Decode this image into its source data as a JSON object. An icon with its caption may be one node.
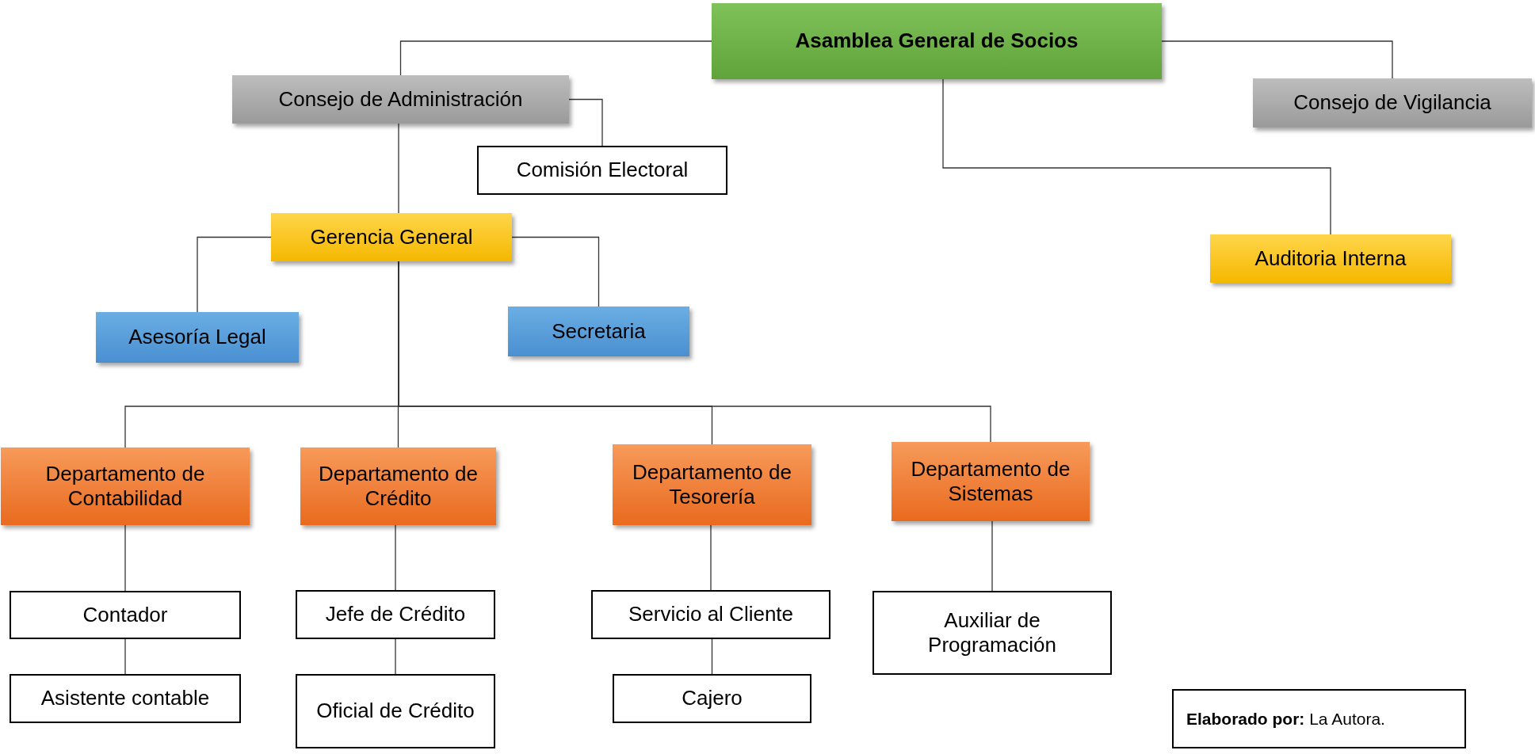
{
  "diagram": {
    "nodes": [
      {
        "text": [
          "Asamblea General de Socios"
        ]
      },
      {
        "text": [
          "Consejo de Administración"
        ]
      },
      {
        "text": [
          "Consejo de Vigilancia"
        ]
      },
      {
        "text": [
          "Comisión Electoral"
        ]
      },
      {
        "text": [
          "Gerencia General"
        ]
      },
      {
        "text": [
          "Auditoria Interna"
        ]
      },
      {
        "text": [
          "Asesoría Legal"
        ]
      },
      {
        "text": [
          "Secretaria"
        ]
      },
      {
        "text": [
          "Departamento de Contabilidad"
        ]
      },
      {
        "text": [
          "Departamento de Crédito"
        ]
      },
      {
        "text": [
          "Departamento de Tesorería"
        ]
      },
      {
        "text": [
          "Departamento de Sistemas"
        ]
      },
      {
        "text": [
          "Contador"
        ]
      },
      {
        "text": [
          "Jefe de Crédito"
        ]
      },
      {
        "text": [
          "Servicio al Cliente"
        ]
      },
      {
        "text": [
          "Auxiliar de Programación"
        ]
      },
      {
        "text": [
          "Asistente contable"
        ]
      },
      {
        "text": [
          "Oficial de Crédito"
        ]
      },
      {
        "text": [
          "Cajero"
        ]
      },
      {
        "text": [
          "**Elaborado por:** La Autora."
        ]
      }
    ],
    "edges": [
      {
        "from": 0,
        "to": 1,
        "arrow": "none"
      },
      {
        "from": 0,
        "to": 2,
        "arrow": "none"
      },
      {
        "from": 0,
        "to": 5,
        "arrow": "none"
      },
      {
        "from": 1,
        "to": 3,
        "arrow": "none"
      },
      {
        "from": 1,
        "to": 4,
        "arrow": "none"
      },
      {
        "from": 4,
        "to": 6,
        "arrow": "none"
      },
      {
        "from": 4,
        "to": 7,
        "arrow": "none"
      },
      {
        "from": 4,
        "to": 8,
        "arrow": "none"
      },
      {
        "from": 4,
        "to": 9,
        "arrow": "none"
      },
      {
        "from": 4,
        "to": 10,
        "arrow": "none"
      },
      {
        "from": 4,
        "to": 11,
        "arrow": "none"
      },
      {
        "from": 8,
        "to": 12,
        "arrow": "none"
      },
      {
        "from": 12,
        "to": 16,
        "arrow": "none"
      },
      {
        "from": 9,
        "to": 13,
        "arrow": "none"
      },
      {
        "from": 13,
        "to": 17,
        "arrow": "none"
      },
      {
        "from": 10,
        "to": 14,
        "arrow": "none"
      },
      {
        "from": 14,
        "to": 18,
        "arrow": "none"
      },
      {
        "from": 11,
        "to": 15,
        "arrow": "none"
      }
    ]
  }
}
